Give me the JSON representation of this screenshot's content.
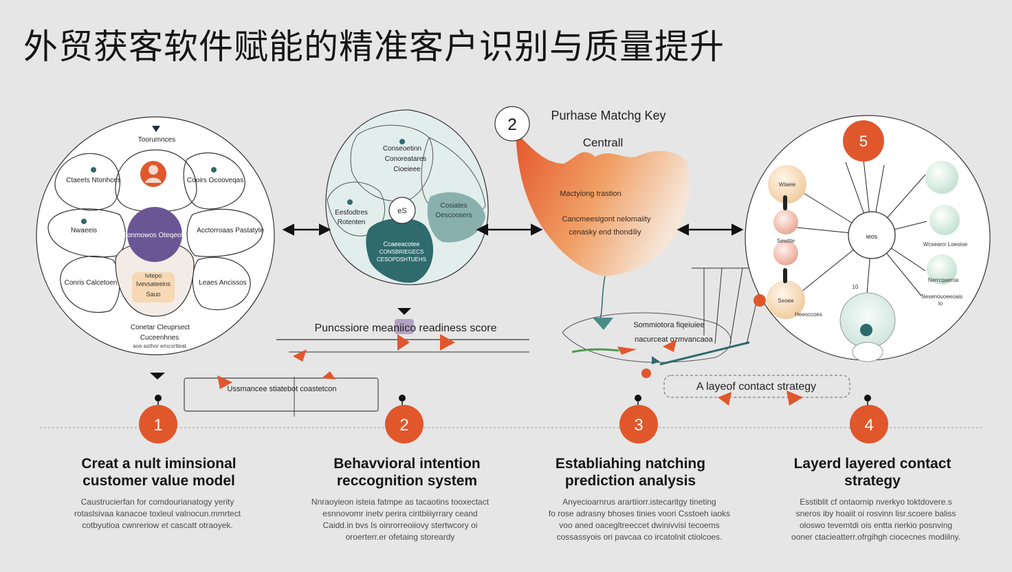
{
  "title": "外贸获客软件赋能的精准客户识别与质量提升",
  "colors": {
    "accent": "#e0572c",
    "purple": "#6a5694",
    "teal": "#2f6a6c",
    "line": "#111111"
  },
  "panel1": {
    "top": "Toorumnces",
    "segments": [
      "Ctaeets Ntonhces",
      "Cooirs Ocooveqas",
      "Nwaeeis",
      "Acctorroaas Pastatyte",
      "Conris Calcetoen",
      "Leaes Ancissos"
    ],
    "center": "Eonmowos Oteqeota",
    "inner": [
      "Ivtepo",
      "Ivevsateeins",
      "Sauo"
    ],
    "bottom": [
      "Conetar Cleuprsect",
      "Cuceenhnes",
      "aoe asthor emcortteat"
    ]
  },
  "panel2": {
    "top": [
      "Conseoetinn",
      "Conoreatares",
      "Cioeieee"
    ],
    "left": [
      "Eesfodtres",
      "Rotenten"
    ],
    "right": [
      "Cosiates",
      "Oescoosers"
    ],
    "center": "eS",
    "bottom": [
      "Ccaeeacotee",
      "CONSBRIEGECS",
      "CESOPDSHTUEHS"
    ]
  },
  "panel3": {
    "badge": "2",
    "heading": [
      "Purhase Matchg Key",
      "Centrall"
    ],
    "flame": [
      "Mactyiong trastion",
      "Cancmeesigont nelomaiity",
      "cenasky end thondiliy"
    ],
    "overlay": [
      "Sommiotora fiqeiuiee",
      "nacurceat  ozmvancaoa"
    ]
  },
  "panel4": {
    "badge": "5",
    "hub": "ieos",
    "left": [
      "Wlaeie",
      "Sewtite",
      "Seoee"
    ],
    "right": [
      "Wcsearcr Loeoioe",
      "Nerrcqaeroa",
      "Nesenouoeeoais",
      "lo"
    ],
    "misc": [
      "10",
      "Heeoccoes"
    ]
  },
  "mid": {
    "score_label": "Puncssiore meaniico  readiness score",
    "box_label": "Ussmancee stiatebot  coastetcon",
    "strategy_label": "A layeof contact strategy"
  },
  "steps": [
    {
      "number": "1",
      "title": [
        "Creat a nult iminsional",
        "customer value model"
      ],
      "desc": [
        "Caustrucierfan for comdourianatogy yerity",
        "rotaslsivaa kanacoe toxleul valnocun.mmrtect",
        "cotbyutioa cwnreriow et cascatt otraoyek."
      ]
    },
    {
      "number": "2",
      "title": [
        "Behavvioral intention",
        "reccognition system"
      ],
      "desc": [
        "Nnraoyieon isteia fatmpe as tacaotins tooxectact",
        "esnnovomr inetv perira ciritbiiiyrrary ceand",
        "Caidd.in bvs Is oinrorreoiiovy stertwcory oi",
        "oroerterr.er ofetaing storeardy"
      ]
    },
    {
      "number": "3",
      "title": [
        "Establiahing natching",
        "prediction analysis"
      ],
      "desc": [
        "Anyecioarnrus arartiiorr.istecaritgy tineting",
        "fo rose adrasny bhoses tinies voori Csstoeh iaoks",
        "voo aned oacegltreeccet dwinivvisi tecoems",
        "cossassyois ori pavcaa co ircatolnit ctiolcoes."
      ]
    },
    {
      "number": "4",
      "title": [
        "Layerd layered contact",
        "strategy"
      ],
      "desc": [
        "Esstiblit cf ontaornip nverkyo toktdovere.s",
        "sneros iby hoaiit oi rosvinn lisr.scoere baliss",
        "oloswo tevemtdi ois entta rierkio posnving",
        "ooner ctacieatterr.ofrgihgh ciocecnes modiilny."
      ]
    }
  ]
}
